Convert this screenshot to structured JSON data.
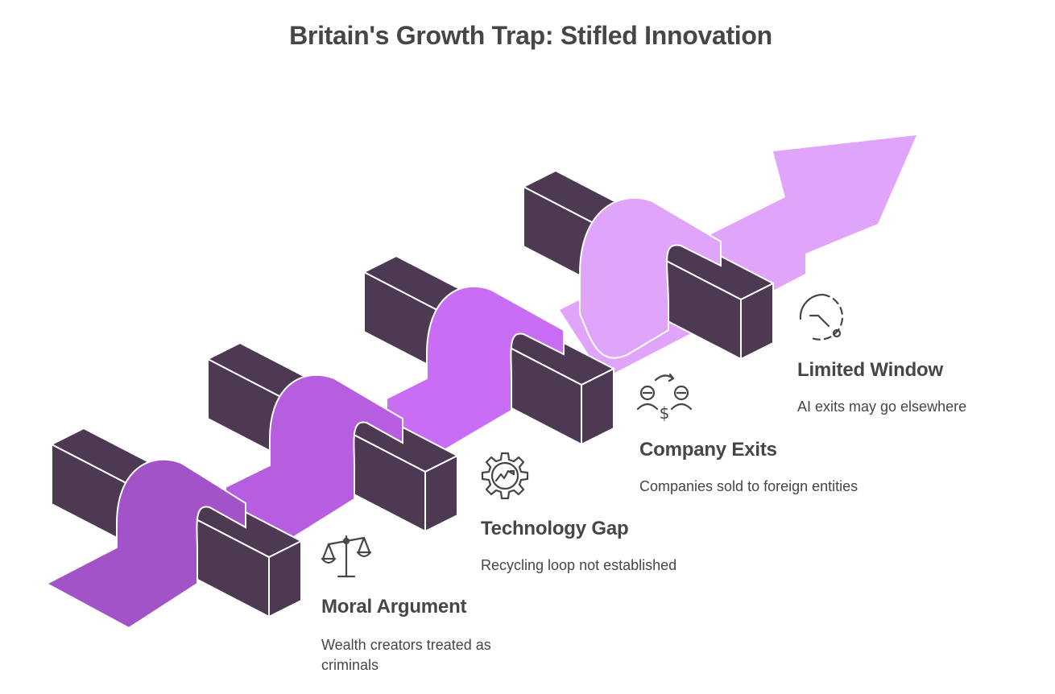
{
  "title": "Britain's Growth Trap: Stifled Innovation",
  "colors": {
    "barrier": "#4d3a52",
    "road_1": "#a253c8",
    "road_2": "#b75ee0",
    "road_3": "#c96ef4",
    "arrow": "#e0a4fb",
    "text": "#464646"
  },
  "steps": [
    {
      "label": "Moral Argument",
      "description": "Wealth creators treated as criminals",
      "icon": "scales-icon"
    },
    {
      "label": "Technology Gap",
      "description": "Recycling loop not established",
      "icon": "gear-chart-icon"
    },
    {
      "label": "Company Exits",
      "description": "Companies sold to foreign entities",
      "icon": "people-exchange-icon"
    },
    {
      "label": "Limited Window",
      "description": "AI exits may go elsewhere",
      "icon": "timer-icon"
    }
  ]
}
